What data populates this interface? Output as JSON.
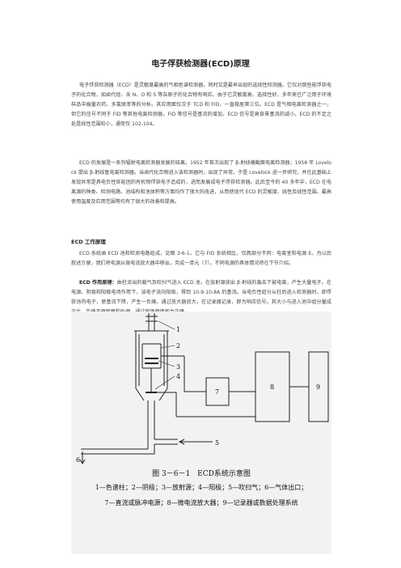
{
  "doc": {
    "title": "电子俘获检测器(ECD)原理",
    "intro_p1": "电子俘获检测器（ECD）是灵敏度最高的气相色谱检测器，同时又是最早出现的选择性检测器。它仅对那些能俘获电子的化合物，如卤代烃、含 N、O 和 S 等杂原子的化合物有响应。由于它灵敏度高、选择性好，多年来已广泛用于环境样品中痕量农药、多氯联苯等的分析。其应用面仅次于 TCD 和 FID，一直稳居第三位。ECD 是气相电离检测器之一，但它的信号不同于 FID 等其他电离检测器，FID 等信号是基流的增加，ECD 信号是高背景基流的减小。ECD 的不足之处是线性范围较小，通常仅 102-104。",
    "intro_p2": "ECD 的发展是一系列辐射电离检测器发展的结果。1952 年首次出现了 β-射线横截面电离检测器；1958 年 Lovelock 提出 β-射线氩电离检测器。当卤代化合物进入该检测器时，出现了异常。于是 Lovelock 进一步研究，并在此基础上发现异常是具电负性官能团的有机物俘获电子造成的，进而发展成电子俘获检测器。此后至今的 40 多年中，ECD 在电离源的种类、检测电路、池结构和池体积等方面均作了很大的改进，从而使现代 ECD 的灵敏度、线性及线性范围、最高使用温度及应用范围等均有了很大的改善和提高。",
    "section_heading": "ECD 工作原理",
    "structure_p": "ECD 系统由 ECD 池和检测电路组成，见图 3-6-1。它与 FID 系统相比，仅两部分不同：电离室和电源 E。为以后叙述方便，我们将电源从微电流放大器中移出，另成一单元（7）。不同电源的具体情况将在下节介绍。",
    "principle_lead": "ECD 作用原理：",
    "principle_text": "由柱流出的载气及吹扫气进入 ECD 池，在放射源放出 β-射线的轰击下被电离，产生大量电子。在电源、阴极和阳极电场作用下，该电子流向阳极，得到 10-9-10-8A 的基流。当电负性组分从柱后进入检测器时，即俘获池内电子，使基流下降，产生一负峰。通过放大器放大，在记录器记录，即为响应信号。其大小与进入池中组分量成正比。负峰不便观察和处理，通过极性转换即为正峰。"
  },
  "figure": {
    "labels": {
      "n1": "1",
      "n2": "2",
      "n3": "3",
      "n4": "4",
      "n5": "5",
      "n6": "6",
      "n7": "7",
      "n8": "8",
      "n9": "9"
    },
    "caption_title": "图 3－6－1　ECD系统示意图",
    "caption_line1": "1—色谱柱；2—阴极；3—放射源；4—阳极；5—吹扫气；6—气体出口；",
    "caption_line2": "7—直流或脉冲电源；8—微电流放大器；9—记录器或数据处理系统"
  }
}
